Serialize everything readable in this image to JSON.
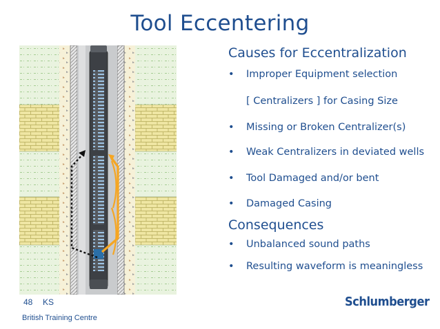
{
  "slide": {
    "title": "Tool Eccentering",
    "section1": {
      "heading": "Causes for Eccentralization",
      "bullets": [
        "Improper Equipment selection",
        "[ Centralizers ] for Casing Size",
        "Missing or Broken Centralizer(s)",
        "Weak Centralizers in deviated wells",
        "Tool Damaged and/or bent",
        "Damaged Casing"
      ]
    },
    "section2": {
      "heading": "Consequences",
      "bullets": [
        "Unbalanced sound paths",
        "Resulting waveform is meaningless"
      ]
    },
    "bullet_symbol": "•"
  },
  "footer": {
    "slide_number": "48",
    "initials": "KS",
    "organization": "British Training Centre",
    "logo_text": "Schlumberger"
  },
  "colors": {
    "text": "#1f4e8f",
    "shale": "#e9f3df",
    "limestone": "#efe6a3",
    "cement": "#f6f1d8",
    "casing": "#c4c4c4",
    "tool": "#3a3a3a",
    "sound_path_orange": "#f5a623"
  }
}
